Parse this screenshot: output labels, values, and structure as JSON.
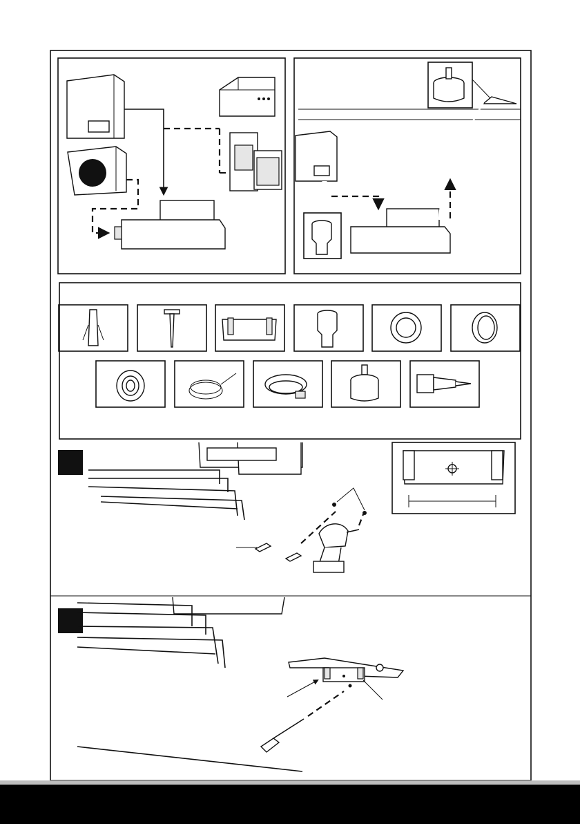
{
  "figure": {
    "steps": [
      {
        "marker": "",
        "label": "step-1-wall-mounting"
      },
      {
        "marker": "",
        "label": "step-2-bracket-fixing"
      }
    ],
    "kit_items": [
      "wall-plug",
      "screw",
      "mounting-bracket",
      "adapter",
      "clamp-ring",
      "seal-ring",
      "tube-coil",
      "flexible-hose",
      "hose-clip",
      "float-sensor",
      "power-connector"
    ],
    "colors": {
      "ink": "#111111",
      "paper": "#ffffff",
      "footer": "#000000",
      "footer_stripe": "#bdbdbd"
    }
  }
}
